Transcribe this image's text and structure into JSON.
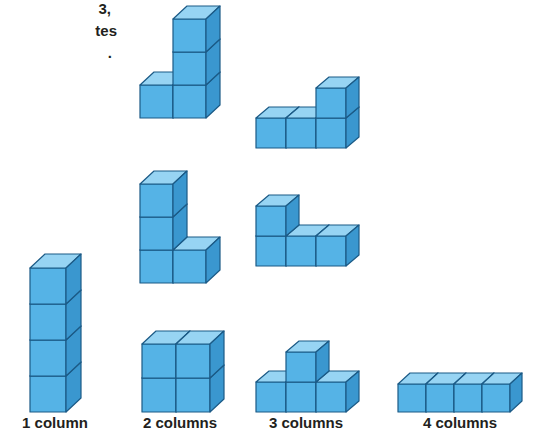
{
  "diagram": {
    "labels": [
      "3,",
      "tes",
      ".",
      "1 column",
      "2 columns",
      "3 columns",
      "4 columns"
    ]
  }
}
